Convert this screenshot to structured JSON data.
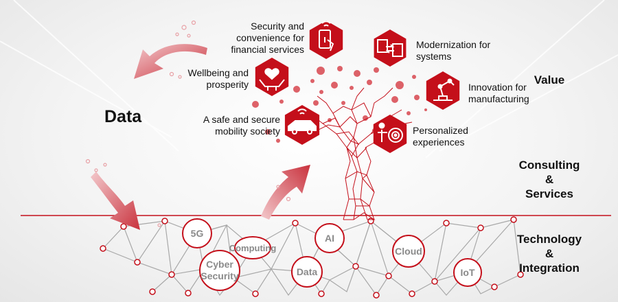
{
  "colors": {
    "accent": "#c40f1a",
    "pink": "#e8a0a5",
    "network": "#b0b0b0"
  },
  "left": {
    "title": "Data"
  },
  "right": {
    "value": "Value",
    "consulting": [
      "Consulting",
      "&",
      "Services"
    ],
    "technology": [
      "Technology",
      "&",
      "Integration"
    ]
  },
  "values": [
    {
      "lines": [
        "Security and",
        "convenience for",
        "financial services"
      ],
      "icon": "mobile-payment-icon"
    },
    {
      "lines": [
        "Modernization for",
        "systems"
      ],
      "icon": "system-modernization-icon"
    },
    {
      "lines": [
        "Wellbeing and",
        "prosperity"
      ],
      "icon": "wellbeing-heart-hands-icon"
    },
    {
      "lines": [
        "Innovation for",
        "manufacturing"
      ],
      "icon": "robot-arm-icon"
    },
    {
      "lines": [
        "A safe and secure",
        "mobility society"
      ],
      "icon": "connected-car-icon"
    },
    {
      "lines": [
        "Personalized",
        "experiences"
      ],
      "icon": "person-target-icon"
    }
  ],
  "tech": [
    "5G",
    "Computing",
    "AI",
    "Cloud",
    "Cyber Security",
    "Data",
    "IoT"
  ]
}
